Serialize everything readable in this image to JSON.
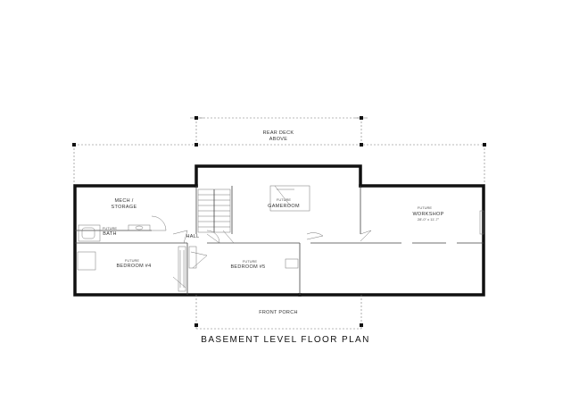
{
  "title": "BASEMENT LEVEL FLOOR PLAN",
  "labels": {
    "rear_deck_line1": "REAR DECK",
    "rear_deck_line2": "ABOVE",
    "mech_line1": "MECH /",
    "mech_line2": "STORAGE",
    "bath_line1": "FUTURE",
    "bath_line2": "BATH",
    "hall": "HALL",
    "gameroom_line1": "FUTURE",
    "gameroom_line2": "GAMEROOM",
    "workshop_line1": "FUTURE",
    "workshop_line2": "WORKSHOP",
    "workshop_dims": "28'-0\" x 11'-7\"",
    "bedroom4_line1": "FUTURE",
    "bedroom4_line2": "BEDROOM #4",
    "bedroom5_line1": "FUTURE",
    "bedroom5_line2": "BEDROOM #5",
    "front_porch": "FRONT PORCH"
  },
  "colors": {
    "walls": "#111111",
    "linework": "#777777",
    "background": "#ffffff"
  }
}
